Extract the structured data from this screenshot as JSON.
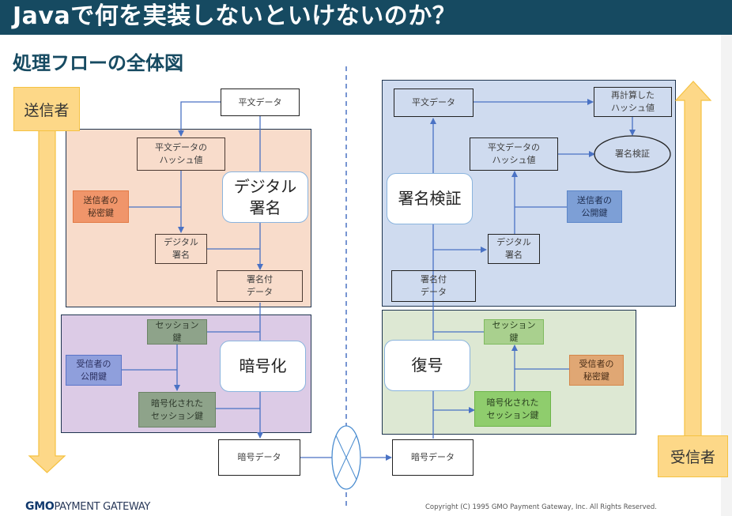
{
  "header": {
    "title": "Javaで何を実装しないといけないのか？",
    "subtitle": "処理フローの全体図"
  },
  "sender": {
    "actor_label": "送信者",
    "plaintext": "平文データ",
    "signature_section": {
      "title": "デジタル\n署名",
      "hash": "平文データの\nハッシュ値",
      "private_key": "送信者の\n秘密鍵",
      "digital_signature": "デジタル\n署名",
      "signed_data": "署名付\nデータ"
    },
    "encryption_section": {
      "title": "暗号化",
      "session_key": "セッション\n鍵",
      "receiver_public_key": "受信者の\n公開鍵",
      "encrypted_session_key": "暗号化された\nセッション鍵"
    },
    "encrypted_data": "暗号データ"
  },
  "receiver": {
    "actor_label": "受信者",
    "encrypted_data": "暗号データ",
    "decryption_section": {
      "title": "復号",
      "session_key": "セッション\n鍵",
      "receiver_private_key": "受信者の\n秘密鍵",
      "encrypted_session_key": "暗号化された\nセッション鍵"
    },
    "verification_section": {
      "title": "署名検証",
      "plaintext": "平文データ",
      "recomputed_hash": "再計算した\nハッシュ値",
      "verify": "署名検証",
      "hash": "平文データの\nハッシュ値",
      "sender_public_key": "送信者の\n公開鍵",
      "digital_signature": "デジタル\n署名",
      "signed_data": "署名付\nデータ"
    }
  },
  "footer": {
    "logo_bold": "GMO",
    "logo_rest": "PAYMENT GATEWAY",
    "copyright": "Copyright (C) 1995 GMO Payment Gateway, Inc. All Rights Reserved."
  },
  "colors": {
    "title_bar": "#164a61",
    "signature_region": "#f8dccb",
    "encryption_region": "#dccbe6",
    "verification_region": "#cfdbef",
    "decryption_region": "#dde8d3",
    "actor_arrow": "#fdd888",
    "connector": "#4a72c4"
  }
}
